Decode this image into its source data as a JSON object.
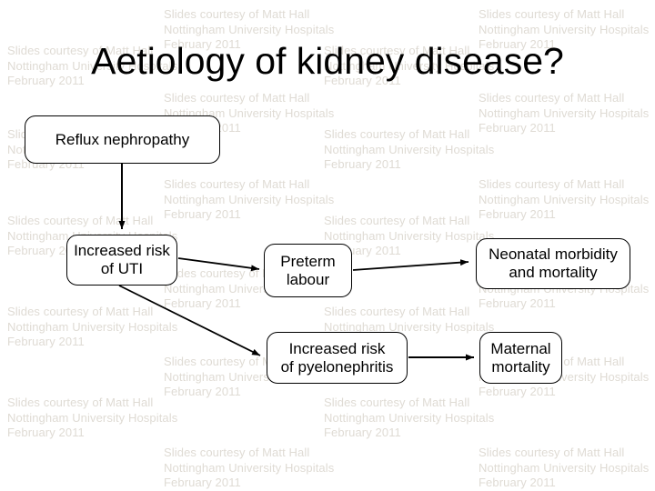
{
  "slide": {
    "title": "Aetiology of kidney disease?"
  },
  "watermark": {
    "lines": [
      "Slides courtesy of Matt Hall",
      "Nottingham University Hospitals",
      "February 2011"
    ],
    "color": "#dfdbd4"
  },
  "diagram": {
    "boxes": {
      "reflux": "Reflux nephropathy",
      "uti": "Increased risk\nof UTI",
      "preterm": "Preterm\nlabour",
      "neonatal": "Neonatal morbidity\nand mortality",
      "pyelonephritis": "Increased risk\nof pyelonephritis",
      "maternal": "Maternal\nmortality"
    },
    "connections": [
      "Reflux nephropathy -> Increased risk of UTI",
      "Increased risk of UTI -> Preterm labour",
      "Preterm labour -> Neonatal morbidity and mortality",
      "Increased risk of UTI -> Increased risk of pyelonephritis",
      "Increased risk of pyelonephritis -> Maternal mortality"
    ],
    "colors": {
      "box_fill": "#ffffff",
      "box_border": "#000000",
      "arrow": "#000000",
      "title_text": "#000000"
    }
  }
}
